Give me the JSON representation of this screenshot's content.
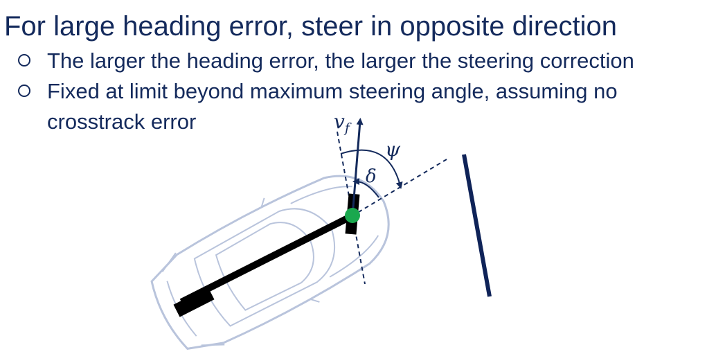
{
  "heading": "For large heading error, steer in opposite direction",
  "bullets": [
    "The larger the heading error, the larger the steering correction",
    "Fixed at limit beyond maximum steering angle, assuming no crosstrack error"
  ],
  "diagram": {
    "velocity_label": "v",
    "velocity_subscript": "f",
    "heading_error_label": "ψ",
    "steering_angle_label": "δ",
    "colors": {
      "text": "#142a5c",
      "path": "#0f2358",
      "vehicle_body": "#b9c4dc",
      "wheelbase": "#000000",
      "front_axle_point": "#1aa84e"
    }
  }
}
